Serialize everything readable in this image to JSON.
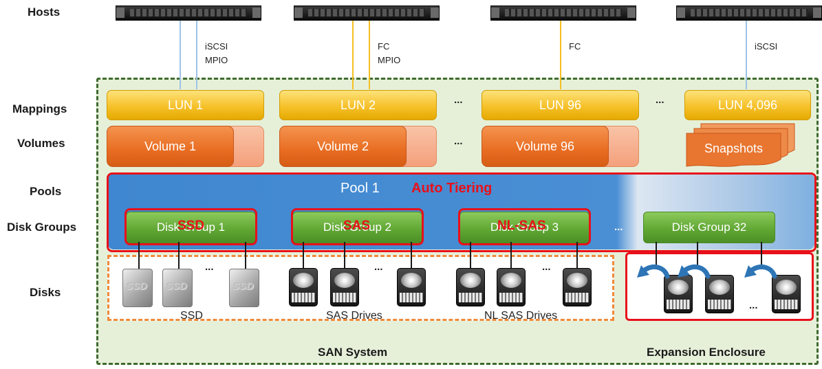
{
  "row_labels": {
    "hosts": "Hosts",
    "mappings": "Mappings",
    "volumes": "Volumes",
    "pools": "Pools",
    "disk_groups": "Disk Groups",
    "disks": "Disks"
  },
  "protocols": {
    "host1_line1": "iSCSI",
    "host1_line2": "MPIO",
    "host2_line1": "FC",
    "host2_line2": "MPIO",
    "host3": "FC",
    "host4": "iSCSI"
  },
  "luns": [
    "LUN 1",
    "LUN 2",
    "LUN 96",
    "LUN 4,096"
  ],
  "volumes": [
    "Volume 1",
    "Volume 2",
    "Volume 96"
  ],
  "snapshots": "Snapshots",
  "ellipsis": "...",
  "pool": {
    "label": "Pool 1",
    "auto_tiering": "Auto Tiering"
  },
  "disk_groups": [
    "Disk Group 1",
    "Disk Group 2",
    "Disk Group 3",
    "Disk Group 32"
  ],
  "tiers": [
    "SSD",
    "SAS",
    "NL-SAS"
  ],
  "ssd_icon_text": "SSD",
  "drive_labels": [
    "SSD",
    "SAS Drives",
    "NL SAS Drives"
  ],
  "san_system": "SAN System",
  "expansion_enclosure": "Expansion Enclosure",
  "colors": {
    "lun": "#f6c12a",
    "volume": "#e86d22",
    "pool": "#3f87d0",
    "disk_group": "#5ea532",
    "highlight": "#e8101a",
    "san_border": "#3f6a2f",
    "disks_border": "#f08a3a",
    "san_fill": "#e6f0d9"
  }
}
